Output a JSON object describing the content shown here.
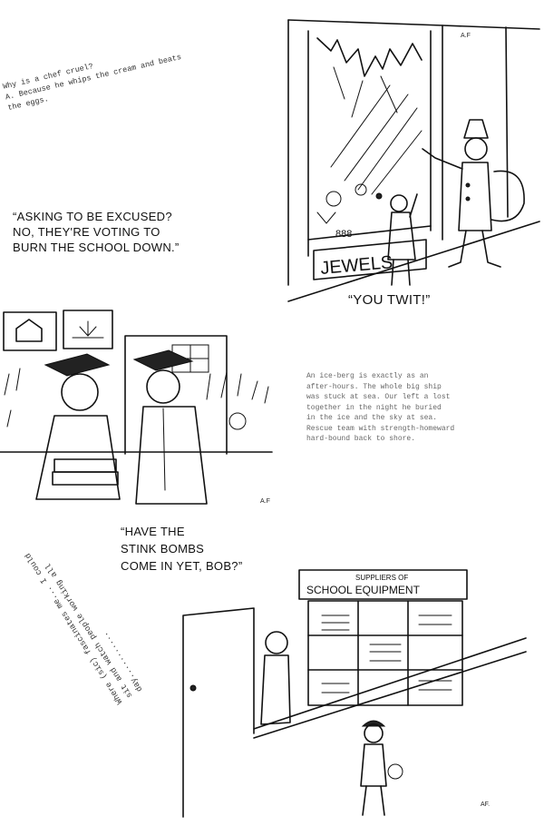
{
  "typed_joke": {
    "lines": [
      "Why is a chef cruel?",
      "A. Because he whips the cream and beats",
      "the eggs."
    ]
  },
  "caption_top_left": {
    "lines": [
      "“ASKING TO BE EXCUSED?",
      "NO, THEY'RE VOTING TO",
      "BURN THE SCHOOL DOWN.”"
    ]
  },
  "cartoon_jewels": {
    "shop_sign": "JEWELS",
    "price_tag": "888",
    "signature": "A.F",
    "caption": "“YOU TWIT!”"
  },
  "typed_paragraph": {
    "lines": [
      "  An ice-berg is exactly as an",
      "after-hours. The whole big ship",
      "was stuck at sea. Our left a lost",
      "together in the night he buried",
      "in the ice and the sky at sea.",
      "Rescue team with strength-homeward",
      "hard-bound back to shore."
    ]
  },
  "cartoon_classroom": {
    "signature": "A.F",
    "caption": [
      "“HAVE THE",
      "STINK BOMBS",
      "COME IN YET, BOB?”"
    ]
  },
  "cartoon_supplies": {
    "sign_small": "SUPPLIERS OF",
    "sign_large": "SCHOOL EQUIPMENT",
    "signature": "AF."
  },
  "typed_diagonal": {
    "lines": [
      "Where (sic) fascinates me... I could",
      "sit and watch people working all",
      "day..........."
    ]
  }
}
